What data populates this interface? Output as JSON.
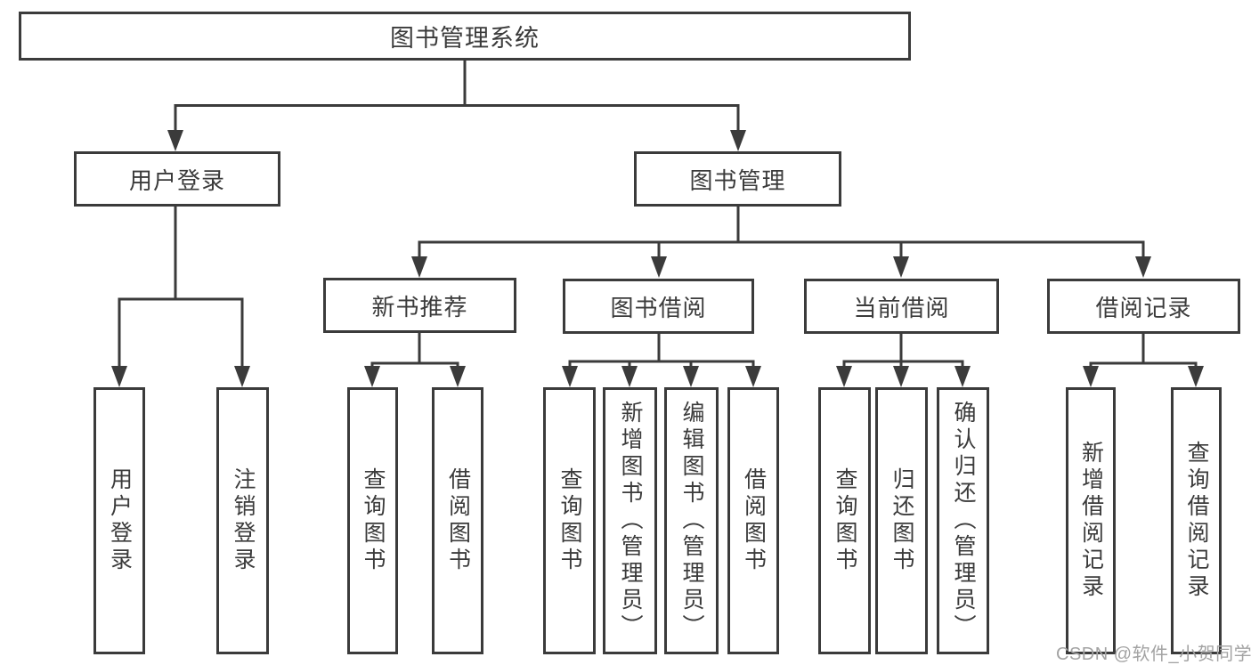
{
  "diagram": {
    "type": "hierarchy",
    "root": {
      "label": "图书管理系统"
    },
    "branches": [
      {
        "id": "user-login",
        "label": "用户登录",
        "leaves": [
          "用户登录",
          "注销登录"
        ]
      },
      {
        "id": "book-management",
        "label": "图书管理",
        "sections": [
          {
            "id": "new-book-recommend",
            "label": "新书推荐",
            "leaves": [
              "查询图书",
              "借阅图书"
            ]
          },
          {
            "id": "book-borrowing",
            "label": "图书借阅",
            "leaves": [
              "查询图书",
              "新增图书（管理员）",
              "编辑图书（管理员）",
              "借阅图书"
            ]
          },
          {
            "id": "current-borrowing",
            "label": "当前借阅",
            "leaves": [
              "查询图书",
              "归还图书",
              "确认归还（管理员）"
            ]
          },
          {
            "id": "borrowing-records",
            "label": "借阅记录",
            "leaves": [
              "新增借阅记录",
              "查询借阅记录"
            ]
          }
        ]
      }
    ]
  },
  "watermark": {
    "text": "CSDN @软件_小贺同学"
  },
  "colors": {
    "line": "#3b3b3b",
    "text": "#3b3b3b",
    "box_background": "#ffffff",
    "watermark": "#a3a3a3",
    "background": "#ffffff"
  }
}
